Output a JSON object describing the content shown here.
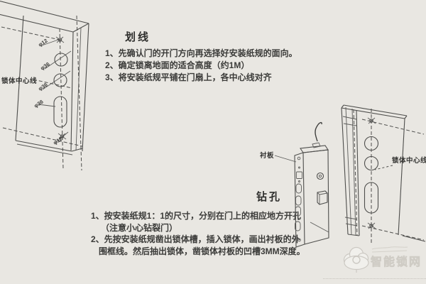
{
  "canvas": {
    "background": "#e9e7e2",
    "line_color": "#4e4e4c",
    "text_color": "#343432"
  },
  "sections": {
    "marking": {
      "title": "划线",
      "steps": [
        "1、先确认门的开门方向再选择好安装纸规的面向。",
        "2、确定锁离地面的适合高度（约1M）",
        "3、将安装纸规平铺在门扇上，各中心线对齐"
      ]
    },
    "drilling": {
      "title": "钻孔",
      "lines": [
        "1、按安装纸规1：1的尺寸，分别在门上的相应地方开孔",
        "（注意小心钻裂门）",
        "2、先按安装纸规凿出锁体槽，插入锁体，画出衬板的外",
        "围框线。然后抽出锁体，凿锁体衬板的凹槽3MM深度。"
      ]
    }
  },
  "left_door": {
    "centerline_label": "锁体中心线",
    "hole_labels": {
      "top_hole": "φ12",
      "cylinder_hole_1": "φ36",
      "cylinder_hole_2": "φ36",
      "handle_slot": "φ36",
      "bottom_hole": "φ12"
    }
  },
  "right_door": {
    "centerline_label": "锁体中心线"
  },
  "lock_body": {
    "plate_label": "衬板"
  },
  "watermark": {
    "brand": "智能锁网"
  }
}
